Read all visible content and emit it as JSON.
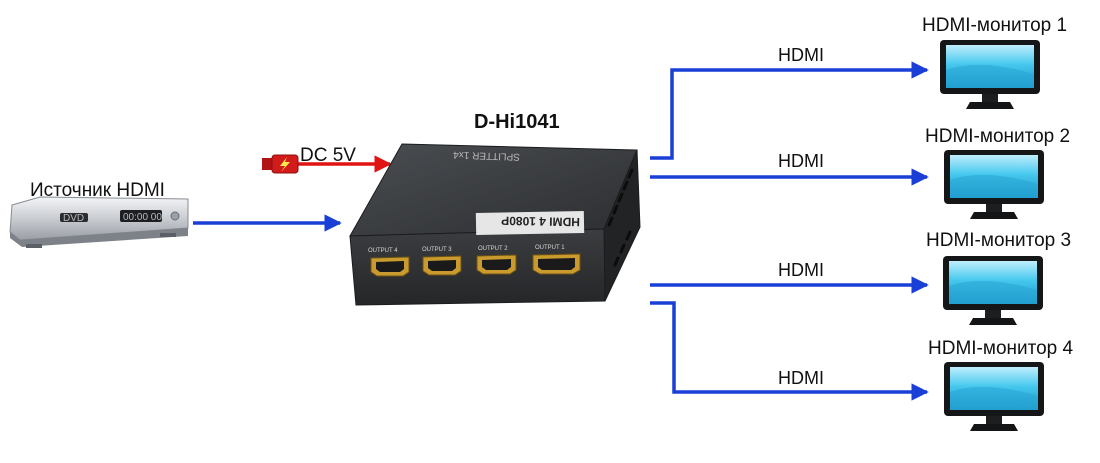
{
  "colors": {
    "signal": "#1a3fd6",
    "power": "#e01414",
    "power_plug": "#d21c1c",
    "device_body": "#2f3133",
    "port_gold": "#c99a2e",
    "screen": "#46c8ee"
  },
  "source": {
    "label": "Источник HDMI",
    "icon": "dvd-player-icon",
    "brand": "DVD",
    "display": "00:00 00"
  },
  "power": {
    "label": "DC 5V",
    "icon": "lightning-icon"
  },
  "splitter": {
    "model": "D-Hi1041",
    "icon": "hdmi-splitter-icon",
    "top_print": "SPLITTER 1x4",
    "logo": "HDMI 4 1080P",
    "ports": [
      {
        "label": "OUTPUT 4"
      },
      {
        "label": "OUTPUT 3"
      },
      {
        "label": "OUTPUT 2"
      },
      {
        "label": "OUTPUT 1"
      }
    ]
  },
  "outputs": [
    {
      "monitor_label": "HDMI-монитор 1",
      "cable_label": "HDMI",
      "icon": "monitor-icon"
    },
    {
      "monitor_label": "HDMI-монитор 2",
      "cable_label": "HDMI",
      "icon": "monitor-icon"
    },
    {
      "monitor_label": "HDMI-монитор 3",
      "cable_label": "HDMI",
      "icon": "monitor-icon"
    },
    {
      "monitor_label": "HDMI-монитор 4",
      "cable_label": "HDMI",
      "icon": "monitor-icon"
    }
  ]
}
